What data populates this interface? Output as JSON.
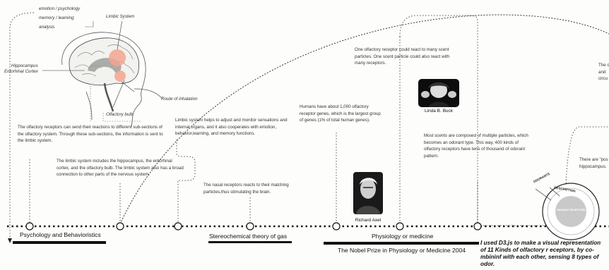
{
  "brain": {
    "top_terms": [
      "emotion / psychology",
      "memory / learning",
      "analysis"
    ],
    "limbic_label": "Limbic System",
    "hippo_labels": [
      "Hippocampus",
      "Entorhinal Cortex"
    ],
    "route_label": "Route of inhalation",
    "bulb_label": "Olfactory bulb"
  },
  "paragraphs": {
    "p_olfactory_receptors": "The olfactory receptors can send their reactions to different sub-sections of the olfactory system. Through these sub-sections, the information is sent to the limbic system.",
    "p_limbic_includes": "The limbic system includes the hippocampus, the entorhinal cortex, and the olfactory bulb. The limbic system also has a broad connection to other parts of the nervous system.",
    "p_limbic_helps": "Limbic system helps to adjust and monitor sensations and internal organs, and it also cooperates with emotion, behavior,learning, and memory functions.",
    "p_nasal": "The nasal receptors reacts to their matching particles,thus stimulating the brain.",
    "p_genes": "Humans have about 1,000 olfactory receptor genes, which is the largest group of genes (1% of total human genes).",
    "p_one_receptor": "One olfactory receptor could react to many scent particles. One scent particle could also react with many receptors.",
    "p_scents": "Most scents are composed of multiple particles, which becomes an odorant type. This way, 400 kinds of olfactory receptors have tens of thousand of odorant pattern.",
    "p_right_top": "The c\nand\ncircu",
    "p_right_pos": "There are \"pos\nhippocampus."
  },
  "people": {
    "buck": "Linda B. Buck",
    "axel": "Richard Axel"
  },
  "timeline": {
    "sections": [
      "Psychology and Behavioristics",
      "Stereochemical theory of gas",
      "Physiology or medicine"
    ],
    "nobel": "The Nobel Prize in Physiology or Medicine 2004"
  },
  "d3_note": "I used D3.js to make a visual representation of 11 Kinds of olfactory r eceptors, by co-mbininf with each other, sensing 8 types of odor.",
  "viz_labels": {
    "odorants": "ODORANTS",
    "description": "DESCRIPTION",
    "center": "ODORANT RECEPTORS"
  }
}
